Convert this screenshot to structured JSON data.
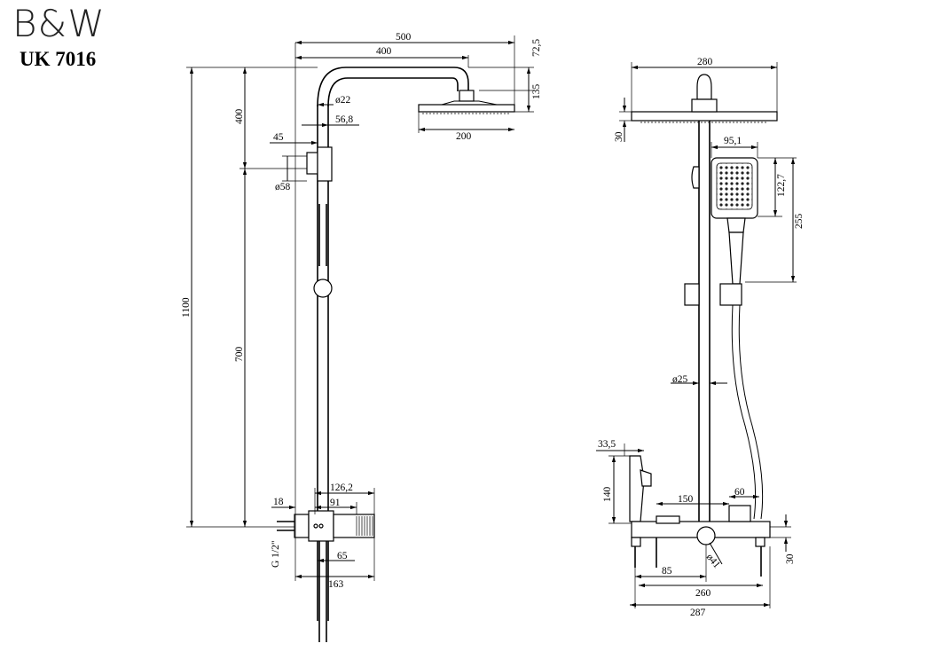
{
  "brand": {
    "logo": "B&W",
    "model": "UK 7016"
  },
  "side_view": {
    "dims": {
      "d500": "500",
      "d400top": "400",
      "d72_5": "72,5",
      "d135": "135",
      "d400left": "400",
      "d1100": "1100",
      "d700": "700",
      "d22": "ø22",
      "d56_8": "56,8",
      "d45": "45",
      "d200": "200",
      "d58": "ø58",
      "d18": "18",
      "d126_2": "126,2",
      "d91": "91",
      "dG12": "G 1/2\"",
      "d65": "65",
      "d163": "163"
    }
  },
  "front_view": {
    "dims": {
      "d280": "280",
      "d30top": "30",
      "d95_1": "95,1",
      "d122_7": "122,7",
      "d255": "255",
      "d25": "ø25",
      "d33_5": "33,5",
      "d140": "140",
      "d150": "150",
      "d60": "60",
      "d41": "ø41",
      "d30bot": "30",
      "d85": "85",
      "d260": "260",
      "d287": "287"
    }
  }
}
